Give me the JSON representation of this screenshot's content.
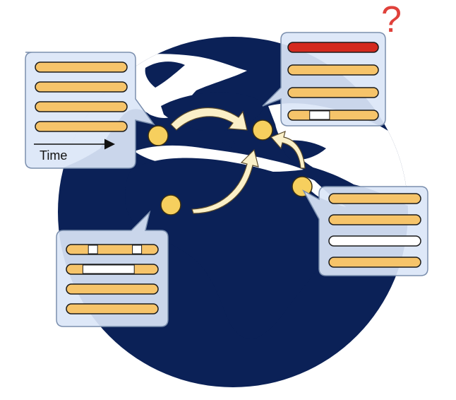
{
  "question_mark": "?",
  "time_label": "Time",
  "colors": {
    "ocean": "#0b2157",
    "land": "#ffffff",
    "panel_fill": "#dbe6f7",
    "panel_stroke": "#7b8fae",
    "bar_fill": "#f6c46a",
    "bar_stroke": "#1b1b1b",
    "bar_gap": "#ffffff",
    "bar_flagged": "#d42a1f",
    "node": "#f6cf5e",
    "arrow": "#fbf0c8"
  },
  "icons": [
    "arrow-right-icon",
    "question-mark-icon"
  ],
  "panels": [
    {
      "name": "panel-west-europe",
      "bars": [
        "full",
        "full",
        "full",
        "full"
      ],
      "has_time_axis": true
    },
    {
      "name": "panel-central-europe",
      "bars": [
        "flagged",
        "full",
        "full",
        "gap-small"
      ],
      "has_time_axis": false
    },
    {
      "name": "panel-africa",
      "bars": [
        "two-gaps",
        "long-gap",
        "full",
        "full"
      ],
      "has_time_axis": false
    },
    {
      "name": "panel-middle-east",
      "bars": [
        "full",
        "full",
        "empty",
        "full"
      ],
      "has_time_axis": false
    }
  ]
}
